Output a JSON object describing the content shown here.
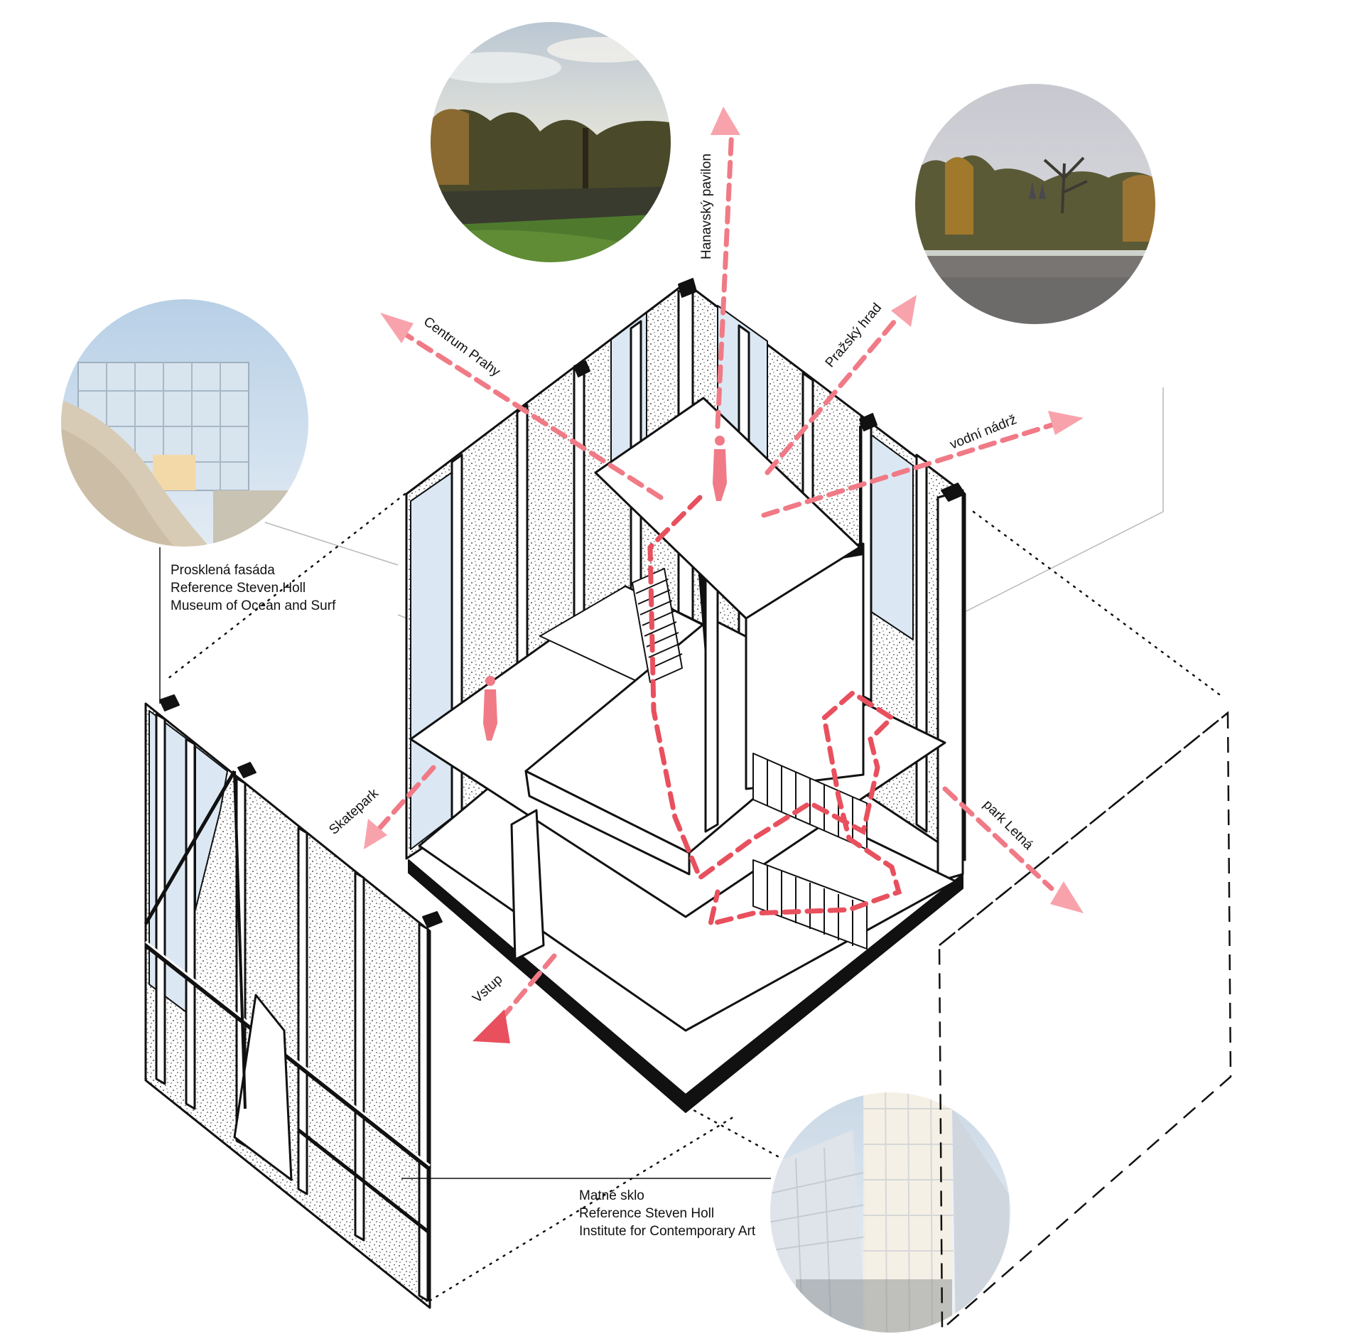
{
  "colors": {
    "ink": "#111111",
    "route": "#f07a86",
    "route_dark": "#e8505e",
    "glass": "#dbe8f4",
    "ground": "#ffffff"
  },
  "directions": {
    "hanavsky": "Hanavský pavilon",
    "centrum": "Centrum Prahy",
    "hrad": "Pražský hrad",
    "nadrz": "vodní nádrž",
    "skatepark": "Skatepark",
    "letna": "park Letná",
    "vstup": "Vstup"
  },
  "notes": {
    "glass_facade": {
      "line1": "Prosklená fasáda",
      "line2": "Reference Steven Holl",
      "line3": "Museum of Ocean and Surf"
    },
    "matte_glass": {
      "line1": "Matné sklo",
      "line2": "Reference Steven Holl",
      "line3": "Institute for Contemporary Art"
    }
  },
  "photos": [
    {
      "subject": "park-pond-photo"
    },
    {
      "subject": "castle-view-photo"
    },
    {
      "subject": "ocean-surf-museum-photo"
    },
    {
      "subject": "contemporary-art-institute-photo"
    }
  ]
}
